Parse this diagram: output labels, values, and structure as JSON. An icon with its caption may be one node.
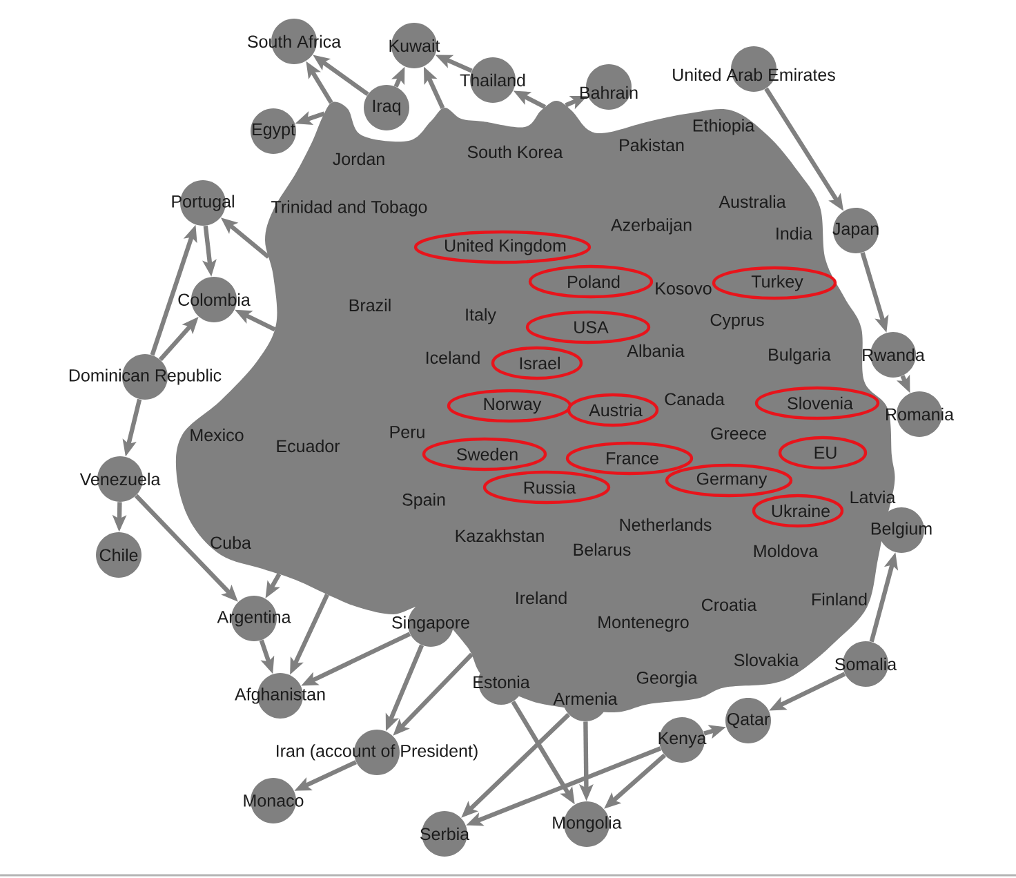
{
  "diagram": {
    "nodes": [
      {
        "text": [
          "South Africa"
        ]
      },
      {
        "text": [
          "Kuwait"
        ]
      },
      {
        "text": [
          "United Arab Emirates"
        ]
      },
      {
        "text": [
          "Thailand"
        ]
      },
      {
        "text": [
          "Bahrain"
        ]
      },
      {
        "text": [
          "Iraq"
        ]
      },
      {
        "text": [
          "Ethiopia"
        ]
      },
      {
        "text": [
          "Egypt"
        ]
      },
      {
        "text": [
          "Pakistan"
        ]
      },
      {
        "text": [
          "South Korea"
        ]
      },
      {
        "text": [
          "Jordan"
        ]
      },
      {
        "text": [
          "Australia"
        ]
      },
      {
        "text": [
          "Portugal"
        ]
      },
      {
        "text": [
          "Trinidad and Tobago"
        ]
      },
      {
        "text": [
          "Azerbaijan"
        ]
      },
      {
        "text": [
          "Japan"
        ]
      },
      {
        "text": [
          "India"
        ]
      },
      {
        "text": [],
        "shape": "ellipse"
      },
      {
        "text": [
          "United Kingdom"
        ],
        "in": 17
      },
      {
        "text": [],
        "shape": "ellipse"
      },
      {
        "text": [
          "Poland"
        ],
        "in": 19
      },
      {
        "text": [],
        "shape": "ellipse"
      },
      {
        "text": [
          "Turkey"
        ],
        "in": 21
      },
      {
        "text": [
          "Kosovo"
        ]
      },
      {
        "text": [
          "Colombia"
        ]
      },
      {
        "text": [
          "Brazil"
        ]
      },
      {
        "text": [
          "Italy"
        ]
      },
      {
        "text": [
          "Cyprus"
        ]
      },
      {
        "text": [],
        "shape": "ellipse"
      },
      {
        "text": [
          "USA"
        ],
        "in": 28
      },
      {
        "text": [
          "Albania"
        ]
      },
      {
        "text": [
          "Rwanda"
        ]
      },
      {
        "text": [
          "Bulgaria"
        ]
      },
      {
        "text": [
          "Iceland"
        ]
      },
      {
        "text": [],
        "shape": "ellipse"
      },
      {
        "text": [
          "Israel"
        ],
        "in": 34
      },
      {
        "text": [
          "Dominican Republic"
        ]
      },
      {
        "text": [
          "Canada"
        ]
      },
      {
        "text": [],
        "shape": "ellipse"
      },
      {
        "text": [
          "Slovenia"
        ],
        "in": 38
      },
      {
        "text": [],
        "shape": "ellipse"
      },
      {
        "text": [
          "Norway"
        ],
        "in": 40
      },
      {
        "text": [],
        "shape": "ellipse"
      },
      {
        "text": [
          "Austria"
        ],
        "in": 42
      },
      {
        "text": [
          "Romania"
        ]
      },
      {
        "text": [
          "Peru"
        ]
      },
      {
        "text": [
          "Greece"
        ]
      },
      {
        "text": [
          "Mexico"
        ]
      },
      {
        "text": [
          "Ecuador"
        ]
      },
      {
        "text": [],
        "shape": "ellipse"
      },
      {
        "text": [
          "EU"
        ],
        "in": 49
      },
      {
        "text": [],
        "shape": "ellipse"
      },
      {
        "text": [
          "Sweden"
        ],
        "in": 51
      },
      {
        "text": [],
        "shape": "ellipse"
      },
      {
        "text": [
          "France"
        ],
        "in": 53
      },
      {
        "text": [
          "Venezuela"
        ]
      },
      {
        "text": [],
        "shape": "ellipse"
      },
      {
        "text": [
          "Germany"
        ],
        "in": 56
      },
      {
        "text": [],
        "shape": "ellipse"
      },
      {
        "text": [
          "Russia"
        ],
        "in": 58
      },
      {
        "text": [
          "Latvia"
        ]
      },
      {
        "text": [
          "Spain"
        ]
      },
      {
        "text": [],
        "shape": "ellipse"
      },
      {
        "text": [
          "Ukraine"
        ],
        "in": 62
      },
      {
        "text": [
          "Netherlands"
        ]
      },
      {
        "text": [
          "Belgium"
        ]
      },
      {
        "text": [
          "Kazakhstan"
        ]
      },
      {
        "text": [
          "Cuba"
        ]
      },
      {
        "text": [
          "Belarus"
        ]
      },
      {
        "text": [
          "Moldova"
        ]
      },
      {
        "text": [
          "Chile"
        ]
      },
      {
        "text": [
          "Ireland"
        ]
      },
      {
        "text": [
          "Finland"
        ]
      },
      {
        "text": [
          "Croatia"
        ]
      },
      {
        "text": [
          "Argentina"
        ]
      },
      {
        "text": [
          "Montenegro"
        ]
      },
      {
        "text": [
          "Singapore"
        ]
      },
      {
        "text": [
          "Slovakia"
        ]
      },
      {
        "text": [
          "Somalia"
        ]
      },
      {
        "text": [
          "Georgia"
        ]
      },
      {
        "text": [
          "Estonia"
        ]
      },
      {
        "text": [
          "Afghanistan"
        ]
      },
      {
        "text": [
          "Armenia"
        ]
      },
      {
        "text": [
          "Qatar"
        ]
      },
      {
        "text": [
          "Kenya"
        ]
      },
      {
        "text": [
          "Iran (account of President)"
        ]
      },
      {
        "text": [
          "Monaco"
        ]
      },
      {
        "text": [
          "Mongolia"
        ]
      },
      {
        "text": [
          "Serbia"
        ]
      }
    ],
    "edges": [
      {
        "from": 5,
        "to": 0,
        "arrow": "to"
      },
      {
        "from": null,
        "to": 0,
        "arrow": "to"
      },
      {
        "from": 5,
        "to": 1,
        "arrow": "to"
      },
      {
        "from": 3,
        "to": 1,
        "arrow": "to"
      },
      {
        "from": null,
        "to": 1,
        "arrow": "to"
      },
      {
        "from": null,
        "to": 3,
        "arrow": "to"
      },
      {
        "from": null,
        "to": 4,
        "arrow": "to"
      },
      {
        "from": null,
        "to": 7,
        "arrow": "to"
      },
      {
        "from": 36,
        "to": 12,
        "arrow": "to"
      },
      {
        "from": null,
        "to": 12,
        "arrow": "to"
      },
      {
        "from": 2,
        "to": 15,
        "arrow": "to"
      },
      {
        "from": 12,
        "to": 24,
        "arrow": "to"
      },
      {
        "from": 36,
        "to": 24,
        "arrow": "to"
      },
      {
        "from": null,
        "to": 24,
        "arrow": "to"
      },
      {
        "from": 15,
        "to": 31,
        "arrow": "to"
      },
      {
        "from": 31,
        "to": 44,
        "arrow": "to"
      },
      {
        "from": 36,
        "to": 55,
        "arrow": "to"
      },
      {
        "from": 78,
        "to": 65,
        "arrow": "to"
      },
      {
        "from": 55,
        "to": 70,
        "arrow": "to"
      },
      {
        "from": 55,
        "to": 74,
        "arrow": "to"
      },
      {
        "from": null,
        "to": 74,
        "arrow": "to"
      },
      {
        "from": 74,
        "to": 81,
        "arrow": "to"
      },
      {
        "from": 76,
        "to": 81,
        "arrow": "to"
      },
      {
        "from": null,
        "to": 81,
        "arrow": "to"
      },
      {
        "from": 78,
        "to": 83,
        "arrow": "to"
      },
      {
        "from": 84,
        "to": 83,
        "arrow": "to"
      },
      {
        "from": 76,
        "to": 85,
        "arrow": "to"
      },
      {
        "from": null,
        "to": 85,
        "arrow": "to"
      },
      {
        "from": 85,
        "to": 86,
        "arrow": "to"
      },
      {
        "from": 80,
        "to": 87,
        "arrow": "to"
      },
      {
        "from": 82,
        "to": 87,
        "arrow": "to"
      },
      {
        "from": 84,
        "to": 87,
        "arrow": "to"
      },
      {
        "from": 82,
        "to": 88,
        "arrow": "to"
      },
      {
        "from": 84,
        "to": 88,
        "arrow": "to"
      }
    ]
  }
}
